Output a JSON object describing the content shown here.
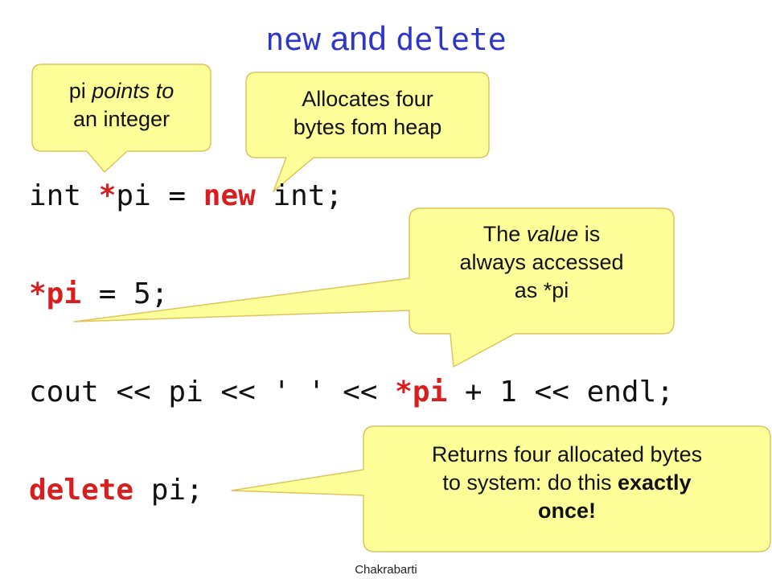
{
  "slide": {
    "title": {
      "part1": "new",
      "part2": " and ",
      "part3": "delete"
    },
    "code": {
      "line1": {
        "a": "int ",
        "b": "*",
        "c": "pi = ",
        "d": "new",
        "e": " int;"
      },
      "line2": {
        "a": "*pi",
        "b": " = 5;"
      },
      "line3": {
        "a": "cout << pi << ' ' << ",
        "b": "*pi",
        "c": " + 1 << endl;"
      },
      "line4": {
        "a": "delete",
        "b": " pi;"
      }
    },
    "callouts": {
      "pointer": {
        "t1": "pi ",
        "t2": "points to",
        "t3": "an integer"
      },
      "alloc": {
        "t1": "Allocates four",
        "t2": "bytes fom heap"
      },
      "value": {
        "t1": "The ",
        "t2": "value",
        "t3": " is",
        "t4": "always accessed",
        "t5": "as *pi"
      },
      "release": {
        "t1": "Returns four allocated bytes",
        "t2": "to system: do this ",
        "t3": "exactly",
        "t4": "once!"
      }
    },
    "footer": "Chakrabarti",
    "colors": {
      "title": "#2e36c8",
      "keyword": "#d81e1e",
      "callout_fill": "#ffff99",
      "callout_border": "#e0c35c"
    }
  }
}
